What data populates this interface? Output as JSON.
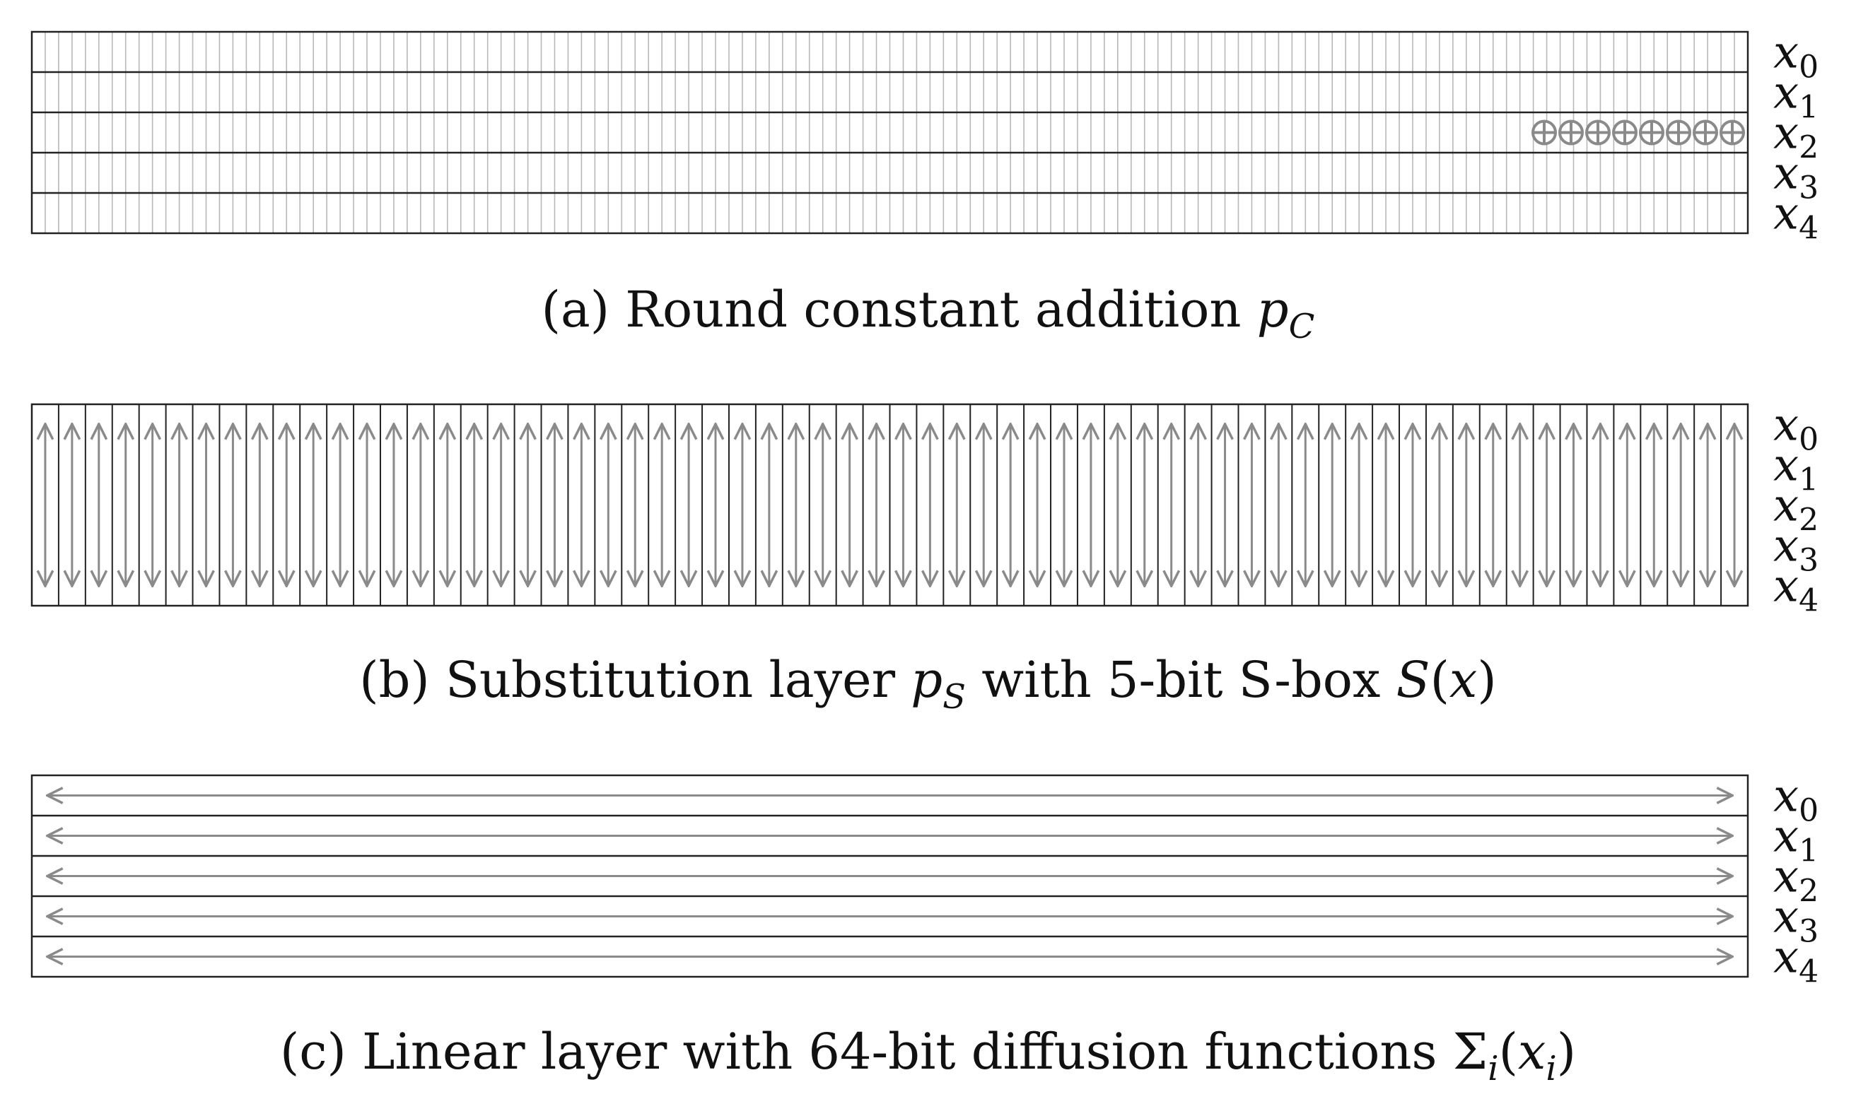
{
  "row_labels": {
    "variable": "x",
    "indices": [
      "0",
      "1",
      "2",
      "3",
      "4"
    ]
  },
  "panel_a": {
    "caption_prefix": "(a) Round constant addition ",
    "caption_symbol": "p",
    "caption_subscript": "C"
  },
  "panel_b": {
    "caption_prefix": "(b) Substitution layer ",
    "caption_symbol": "p",
    "caption_subscript": "S",
    "caption_middle": " with 5-bit S-box ",
    "caption_func": "S",
    "caption_open": "(",
    "caption_arg": "x",
    "caption_close": ")"
  },
  "panel_c": {
    "caption_prefix": "(c) Linear layer with 64-bit diffusion functions ",
    "caption_func": "Σ",
    "caption_func_sub": "i",
    "caption_open": "(",
    "caption_arg": "x",
    "caption_arg_sub": "i",
    "caption_close": ")"
  },
  "structure": {
    "rows": 5,
    "columns": 64,
    "xor_columns": 8,
    "xor_row": 2
  },
  "colors": {
    "frame": "#222222",
    "grid": "#b8b8b8",
    "arrow": "#8a8a8a",
    "text": "#111111"
  }
}
